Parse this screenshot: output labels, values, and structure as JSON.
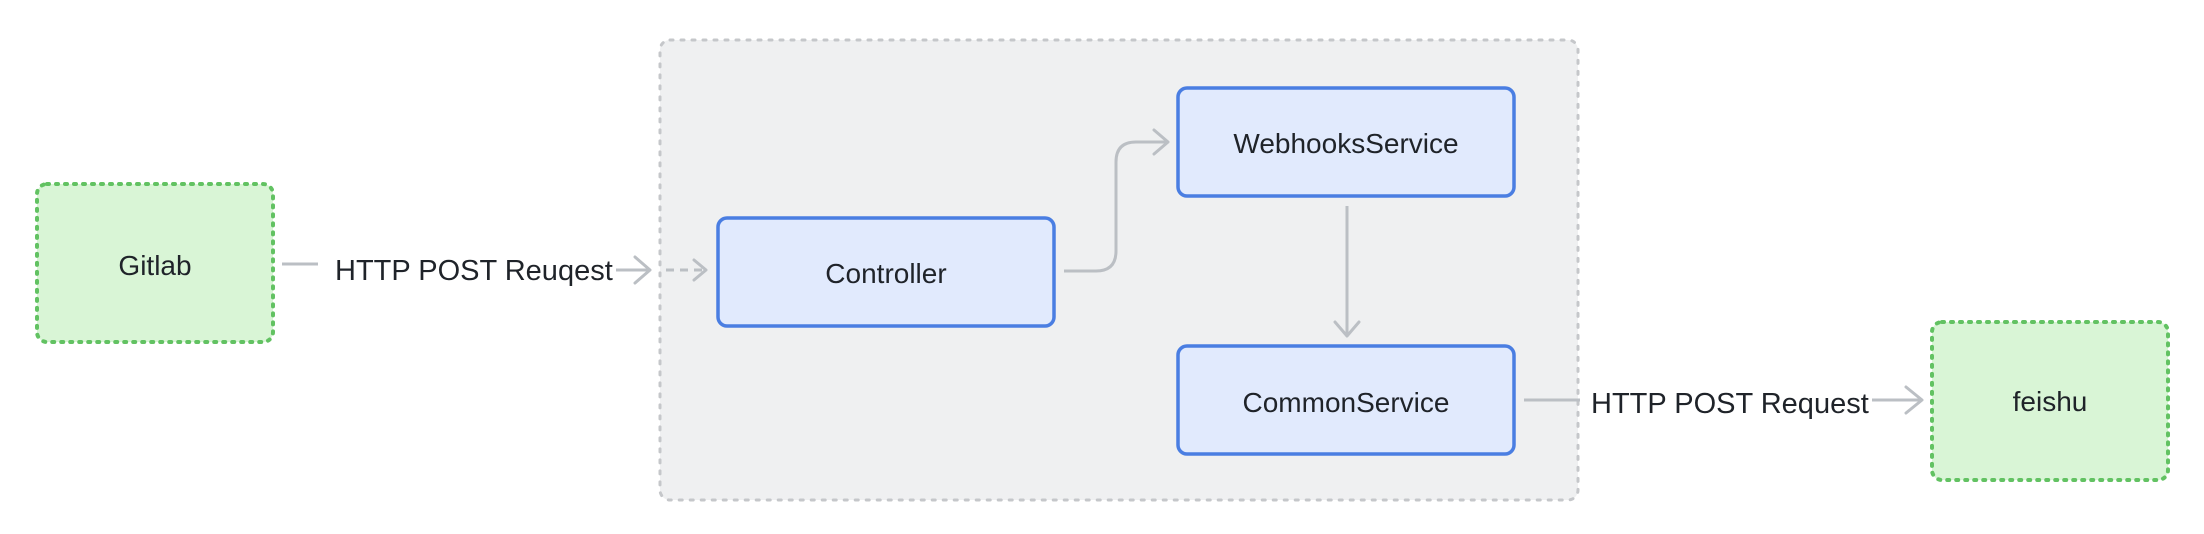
{
  "nodes": {
    "gitlab": "Gitlab",
    "controller": "Controller",
    "webhooks_service": "WebhooksService",
    "common_service": "CommonService",
    "feishu": "feishu"
  },
  "edges": {
    "gitlab_to_controller": "HTTP POST Reuqest",
    "common_to_feishu": "HTTP POST Request"
  },
  "colors": {
    "external_fill": "#d9f5d6",
    "external_border": "#62c262",
    "service_fill": "#e1eafd",
    "service_border": "#4a7ee2",
    "group_fill": "#eff0f1",
    "group_border": "#c5c7ca",
    "arrow": "#bbbfc4"
  }
}
